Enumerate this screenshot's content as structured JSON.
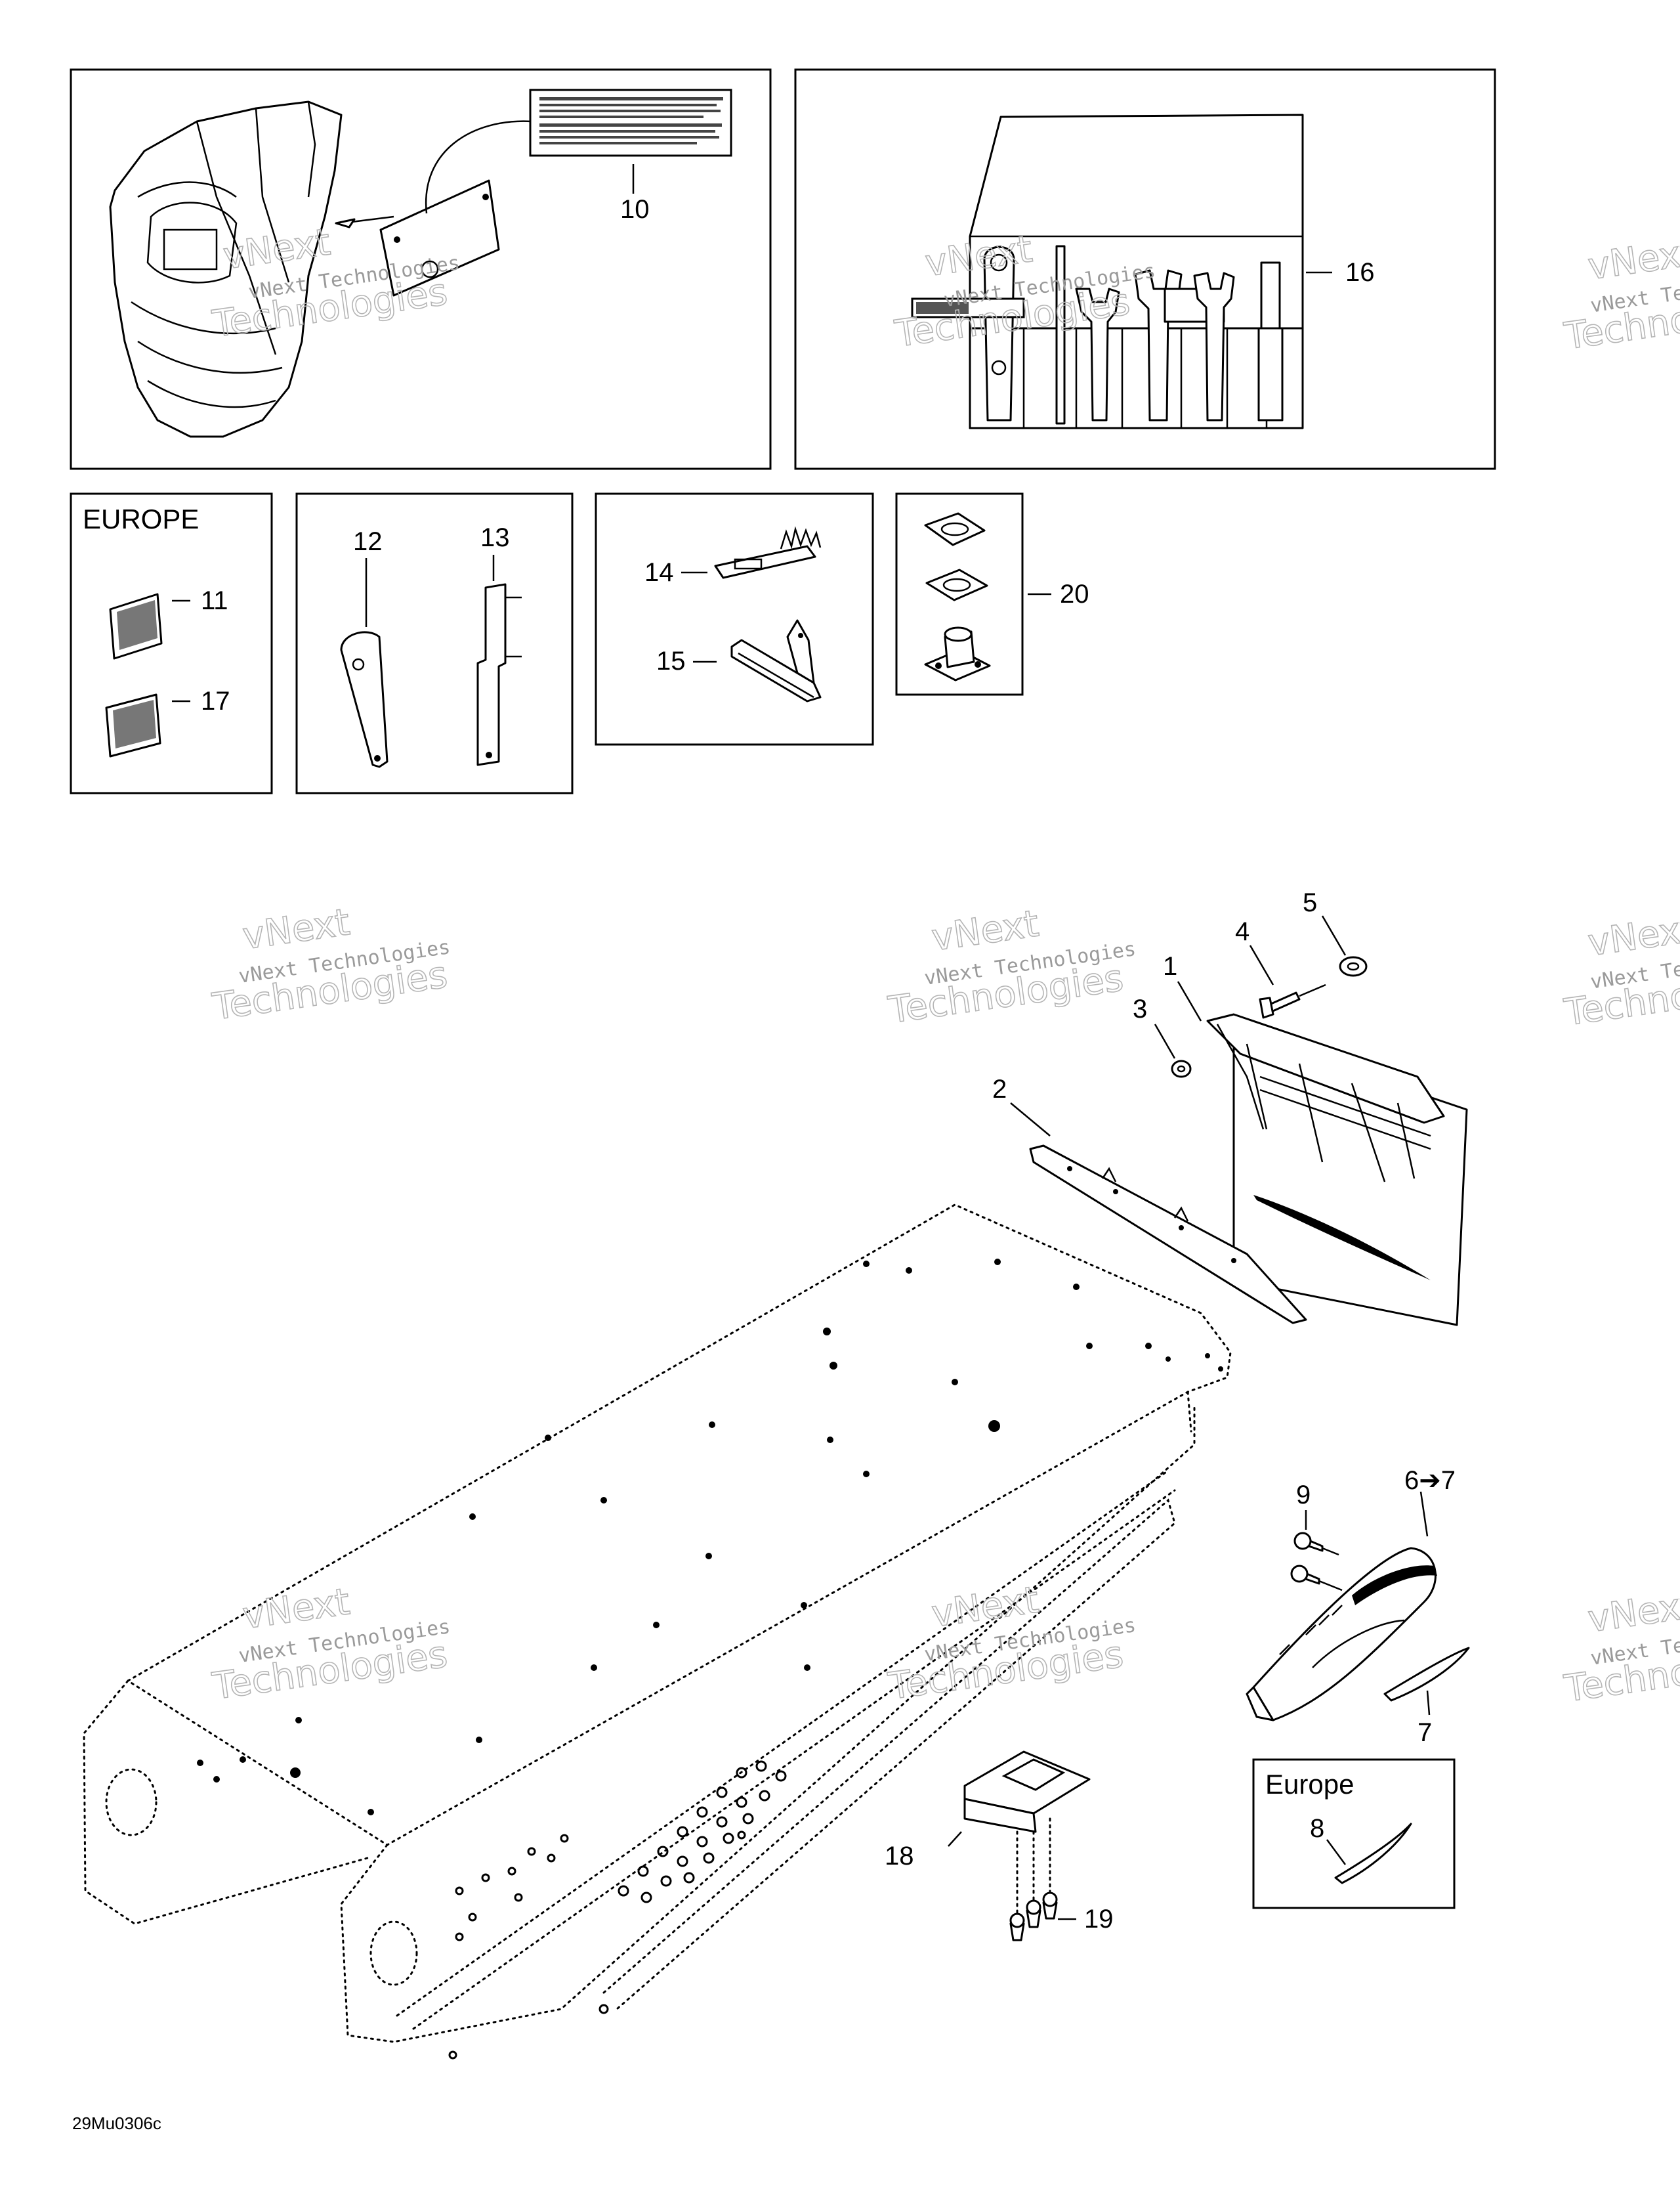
{
  "diagram": {
    "code": "29Mu0306c",
    "boxes": {
      "europe_reflectors": "EUROPE",
      "europe_hitch": "Europe"
    },
    "callouts": {
      "p1": "1",
      "p2": "2",
      "p3": "3",
      "p4": "4",
      "p5": "5",
      "p6": "6➔7",
      "p7": "7",
      "p8": "8",
      "p9": "9",
      "p10": "10",
      "p11": "11",
      "p12": "12",
      "p13": "13",
      "p14": "14",
      "p15": "15",
      "p16": "16",
      "p17": "17",
      "p18": "18",
      "p19": "19",
      "p20": "20"
    },
    "watermark": {
      "line1": "vNext Technologies",
      "line2": "Technologies",
      "line3": "vNext"
    }
  }
}
